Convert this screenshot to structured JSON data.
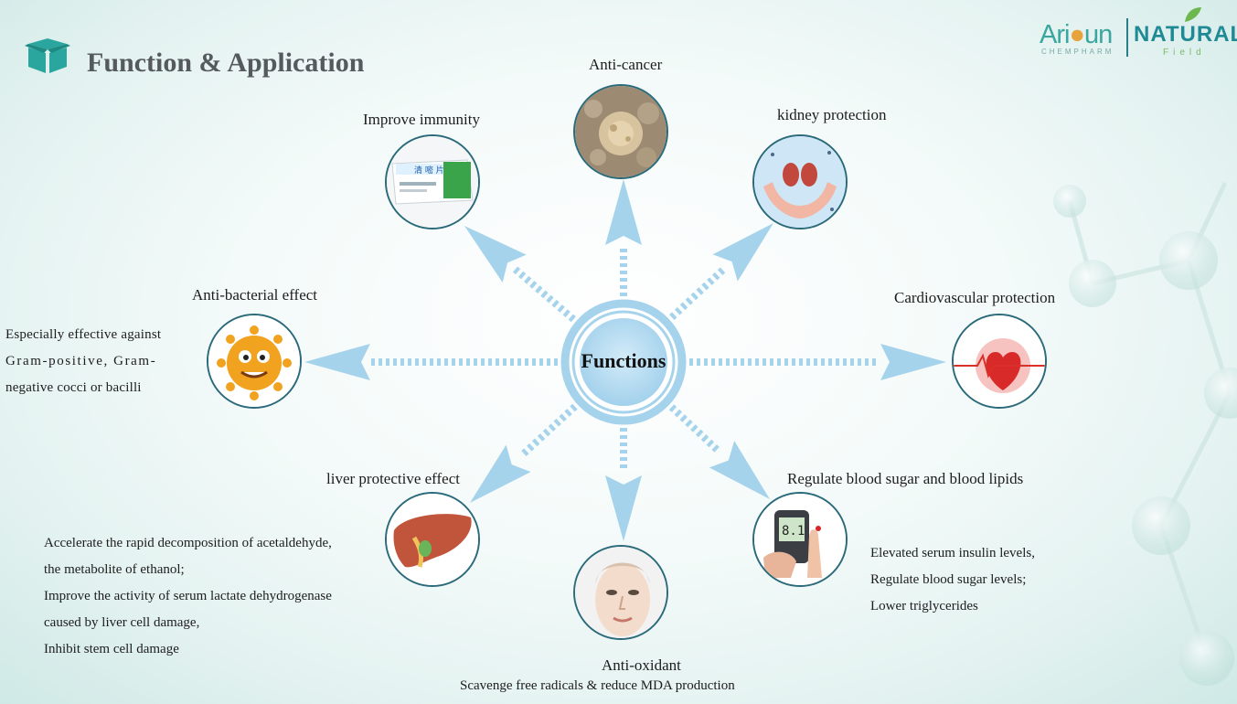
{
  "header": {
    "title": "Function & Application",
    "box_icon": "box-icon"
  },
  "logo": {
    "brand_left": "Ari",
    "brand_left_rest": "un",
    "brand_sub": "CHEMPHARM",
    "brand_right": "NATURAL",
    "brand_right_sub": "Field"
  },
  "center": {
    "label": "Functions"
  },
  "functions": {
    "anti_cancer": {
      "label": "Anti-cancer",
      "icon": "cancer-cell-icon"
    },
    "improve_immunity": {
      "label": "Improve immunity",
      "icon": "medicine-box-icon"
    },
    "kidney_protection": {
      "label": "kidney protection",
      "icon": "kidney-hands-icon"
    },
    "anti_bacterial": {
      "label": "Anti-bacterial effect",
      "icon": "germ-icon",
      "desc": [
        "Especially effective against",
        "Gram-positive, Gram-",
        "negative cocci or bacilli"
      ]
    },
    "cardiovascular": {
      "label": "Cardiovascular protection",
      "icon": "heart-icon"
    },
    "liver": {
      "label": "liver protective effect",
      "icon": "liver-icon",
      "desc": [
        "Accelerate the rapid decomposition of acetaldehyde,",
        "the metabolite of ethanol;",
        "Improve the activity of serum lactate dehydrogenase",
        "caused by liver cell damage,",
        "Inhibit stem cell damage"
      ]
    },
    "anti_oxidant": {
      "label": "Anti-oxidant",
      "icon": "face-icon",
      "desc": [
        "Scavenge free radicals & reduce MDA production"
      ]
    },
    "blood_sugar": {
      "label": "Regulate blood sugar and blood lipids",
      "icon": "glucose-meter-icon",
      "desc": [
        "Elevated serum insulin levels,",
        "Regulate blood sugar levels;",
        "Lower triglycerides"
      ]
    }
  },
  "colors": {
    "arrow": "#a6d3ec",
    "accent": "#3aa6a0",
    "circle_border": "#2a6a7a"
  }
}
